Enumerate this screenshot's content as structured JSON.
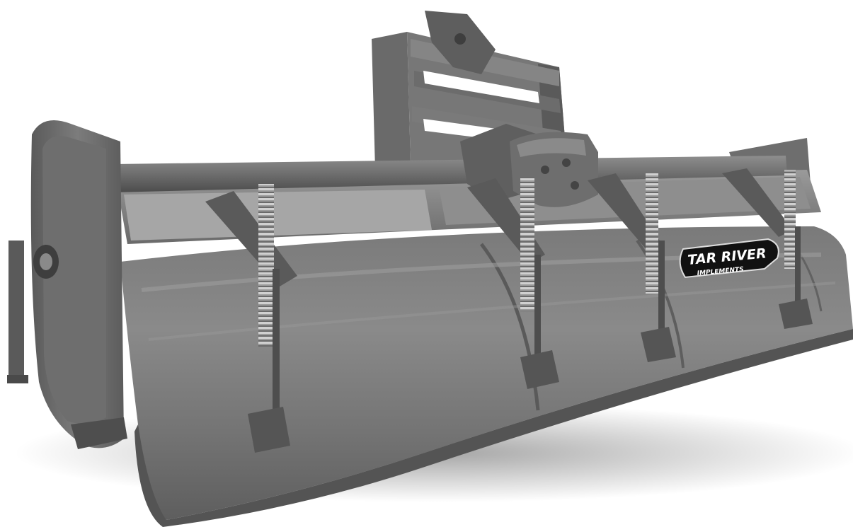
{
  "photo": {
    "subject": "rotary-tiller",
    "tone": "grayscale",
    "colors": {
      "background": "#ffffff",
      "metal_dark": "#4a4a4a",
      "metal_mid": "#6b6b6b",
      "metal_light": "#8c8c8c",
      "spring": "#b8b8b8"
    }
  },
  "logo": {
    "line1": "TAR RIVER",
    "line2": "IMPLEMENTS"
  }
}
